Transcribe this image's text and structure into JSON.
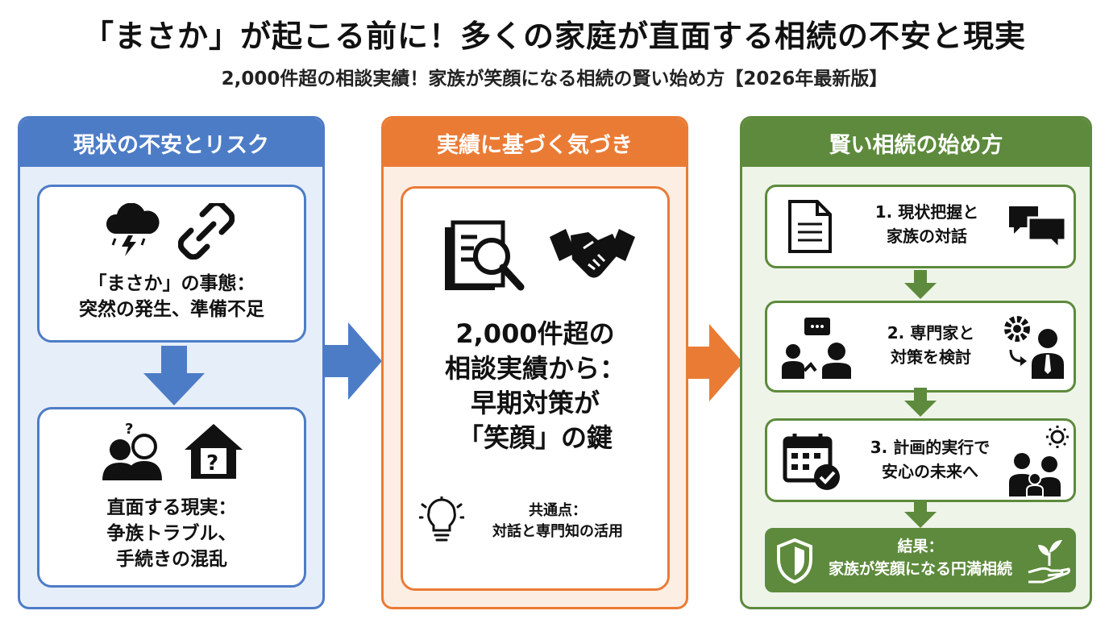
{
  "header": {
    "title": "「まさか」が起こる前に！多くの家庭が直面する相続の不安と現実",
    "subtitle": "2,000件超の相談実績！家族が笑顔になる相続の賢い始め方【2026年最新版】"
  },
  "columns": [
    {
      "title": "現状の不安とリスク",
      "cards": [
        {
          "line1": "「まさか」の事態：",
          "line2": "突然の発生、準備不足"
        },
        {
          "line1": "直面する現実：",
          "line2": "争族トラブル、",
          "line3": "手続きの混乱"
        }
      ]
    },
    {
      "title": "実績に基づく気づき",
      "main": {
        "line1": "2,000件超の",
        "line2": "相談実績から：",
        "line3": "早期対策が",
        "line4": "「笑顔」の鍵"
      },
      "note": {
        "line1": "共通点：",
        "line2": "対話と専門知の活用"
      }
    },
    {
      "title": "賢い相続の始め方",
      "steps": [
        {
          "line1": "1. 現状把握と",
          "line2": "家族の対話"
        },
        {
          "line1": "2. 専門家と",
          "line2": "対策を検討"
        },
        {
          "line1": "3. 計画的実行で",
          "line2": "安心の未来へ"
        }
      ],
      "result": {
        "line1": "結果：",
        "line2": "家族が笑顔になる円満相続"
      }
    }
  ],
  "colors": {
    "blue": "#4d7cc7",
    "orange": "#ea7b35",
    "green": "#5d8a3c"
  },
  "icons": [
    "storm-cloud-icon",
    "broken-chain-icon",
    "worried-couple-icon",
    "house-question-icon",
    "document-search-icon",
    "handshake-icon",
    "lightbulb-icon",
    "document-icon",
    "chat-bubbles-icon",
    "consultation-icon",
    "gear-person-icon",
    "calendar-check-icon",
    "sun-family-icon",
    "shield-icon",
    "hand-sprout-icon"
  ]
}
